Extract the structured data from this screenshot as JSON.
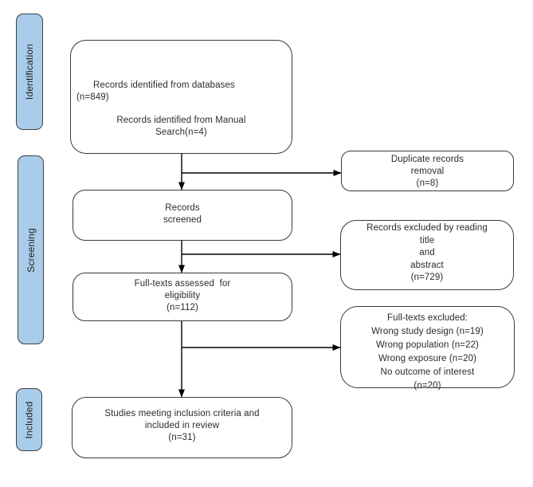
{
  "stages": {
    "identification": "Identification",
    "screening": "Screening",
    "included": "Included"
  },
  "boxes": {
    "records_identified": {
      "line1": "Records identified from databases",
      "line2": "(n=849)",
      "line3": "Records identified from Manual",
      "line4": "Search(n=4)"
    },
    "records_screened": {
      "line1": "Records",
      "line2": "screened"
    },
    "fulltexts_assessed": {
      "line1": "Full-texts assessed  for",
      "line2": "eligibility",
      "line3": "(n=112)"
    },
    "included_studies": {
      "line1": "Studies meeting inclusion criteria and",
      "line2": "included in review",
      "line3": "(n=31)"
    },
    "duplicates_removed": {
      "line1": "Duplicate records",
      "line2": "removal",
      "line3": "(n=8)"
    },
    "records_excluded": {
      "line1": "Records excluded by reading",
      "line2": "title",
      "line3": "and",
      "line4": "abstract",
      "line5": "(n=729)"
    },
    "fulltexts_excluded": {
      "line1": "Full-texts excluded:",
      "line2": "Wrong study design (n=19)",
      "line3": "Wrong population (n=22)",
      "line4": "Wrong exposure (n=20)",
      "line5": "No outcome of interest",
      "line6": "(n=20)"
    }
  },
  "colors": {
    "stage_fill": "#a9ccea",
    "stage_border": "#404040",
    "box_border": "#3a3a3a",
    "arrow": "#000000",
    "background": "#ffffff"
  }
}
